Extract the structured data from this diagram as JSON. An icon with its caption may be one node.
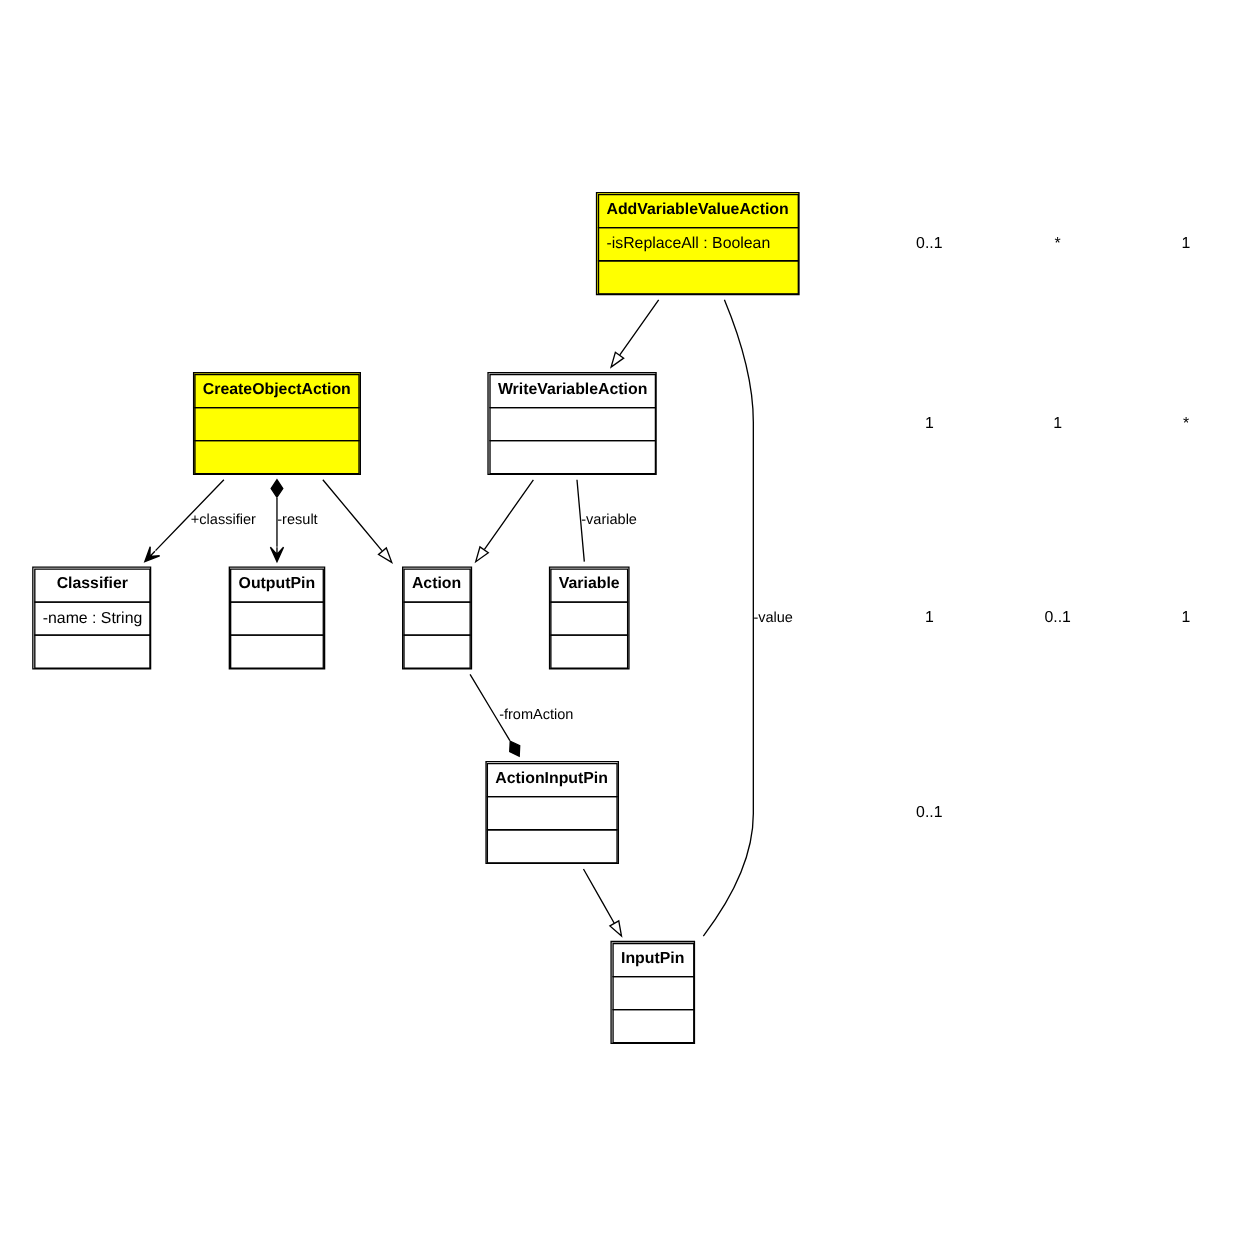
{
  "diagram": {
    "nodes": [
      {
        "text": [
          "CreateObjectAction"
        ]
      },
      {
        "text": [
          "Classifier",
          "-name : String"
        ]
      },
      {
        "text": [
          "OutputPin"
        ]
      },
      {
        "text": [
          "Action"
        ]
      },
      {
        "text": [
          "WriteVariableAction"
        ]
      },
      {
        "text": [
          "Variable"
        ]
      },
      {
        "text": [
          "AddVariableValueAction",
          "-isReplaceAll : Boolean"
        ]
      },
      {
        "text": [
          "InputPin"
        ]
      },
      {
        "text": [
          "ActionInputPin"
        ]
      }
    ],
    "edges": [
      {
        "from": 0,
        "to": 1,
        "arrow": "to",
        "label": "+classifier"
      },
      {
        "from": 0,
        "to": 2,
        "arrow": "to",
        "label": "-result"
      },
      {
        "from": 0,
        "to": 3,
        "arrow": "to"
      },
      {
        "from": 4,
        "to": 3,
        "arrow": "to"
      },
      {
        "from": 4,
        "to": 5,
        "arrow": "none",
        "label": "-variable"
      },
      {
        "from": 6,
        "to": 4,
        "arrow": "to"
      },
      {
        "from": 6,
        "to": 7,
        "arrow": "none",
        "label": "-value"
      },
      {
        "from": 8,
        "to": 7,
        "arrow": "to"
      },
      {
        "from": 3,
        "to": 8,
        "arrow": "other",
        "label": "-fromAction"
      }
    ],
    "labels": [
      "0..1",
      "*",
      "1",
      "1",
      "1",
      "*",
      "1",
      "0..1",
      "1",
      "0..1"
    ]
  }
}
